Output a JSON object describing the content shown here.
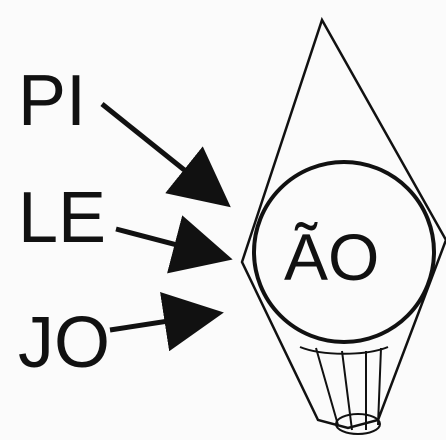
{
  "labels": {
    "left_top": "PI",
    "left_mid": "LE",
    "left_bottom": "JO",
    "center": "ÃO"
  },
  "colors": {
    "ink": "#111111",
    "background": "#fbfbfb"
  }
}
